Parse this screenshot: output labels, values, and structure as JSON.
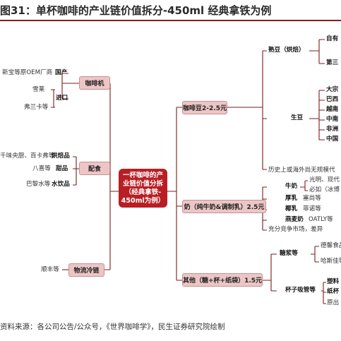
{
  "title": "图31：单杯咖啡的产业链价值拆分-450ml 经典拿铁为例",
  "center": {
    "lines": [
      "一杯咖啡的产",
      "业链价值分拆",
      "（经典拿铁-",
      "450ml为例）"
    ]
  },
  "left": [
    {
      "label": "咖啡机",
      "sub": [
        {
          "label": "国产",
          "items": [
            "新宝等原OEM厂商"
          ]
        },
        {
          "label": "进口",
          "items": [
            "雪莱",
            "弗兰卡等"
          ]
        }
      ]
    },
    {
      "label": "配食",
      "sub": [
        {
          "label": "烘焙品",
          "items": [
            "千味央厨、百卡弗等"
          ]
        },
        {
          "label": "甜品",
          "items": [
            "八喜等"
          ]
        },
        {
          "label": "水饮品",
          "items": [
            "巴黎水等"
          ]
        }
      ]
    },
    {
      "label": "物流冷链",
      "items": [
        "顺丰等"
      ]
    }
  ],
  "right": [
    {
      "label": "咖啡豆2-2.5元",
      "sub": [
        {
          "label": "熟豆（烘焙）",
          "items": [
            "自有",
            "第三"
          ]
        },
        {
          "label": "生豆",
          "items": [
            "大宗",
            "巴西",
            "越南",
            "中南",
            "非洲",
            "中国"
          ]
        },
        {
          "note": "历史上或海外尚无规模代"
        }
      ]
    },
    {
      "label": "奶（纯牛奶&调制乳）2.5元",
      "sub": [
        {
          "label": "牛奶",
          "items": [
            "光明、现代",
            "必如（冰博"
          ]
        },
        {
          "label": "厚乳",
          "items": [
            "塞尚等"
          ]
        },
        {
          "label": "椰乳",
          "items": [
            "菲诺等"
          ]
        },
        {
          "label": "燕麦奶",
          "items": [
            "OATLY等"
          ]
        },
        {
          "note": "充分竞争市场，差异"
        }
      ]
    },
    {
      "label": "其他（糖+杯+纸袋）1.5元",
      "sub": [
        {
          "label": "糖浆等",
          "items": [
            "德馨食品",
            "哈斯佳等"
          ]
        },
        {
          "label": "杯子吸管等",
          "items": [
            "塑料",
            "纸杯",
            "原出"
          ]
        }
      ]
    }
  ],
  "source": "资料来源：各公司公告/公众号，《世界咖啡学》，民生证券研究院绘制",
  "colors": {
    "accent": "#b81e24",
    "node_fill": "#ecc6c6",
    "line": "#7a1d1d"
  }
}
